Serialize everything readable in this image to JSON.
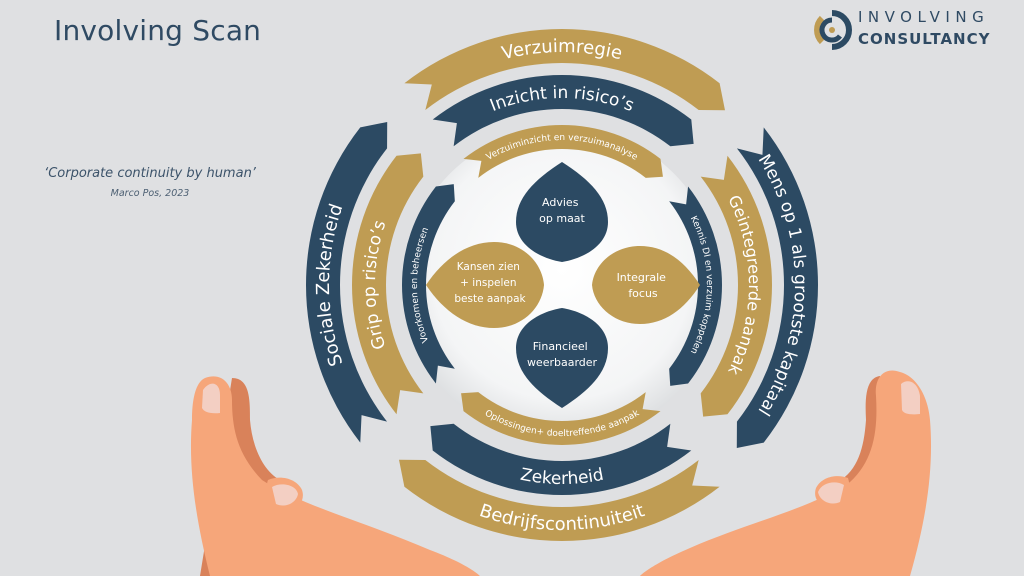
{
  "header": {
    "title": "Involving Scan",
    "quote": "‘Corporate continuity by human’",
    "author": "Marco Pos, 2023"
  },
  "logo": {
    "line1": "INVOLVING",
    "line2": "CONSULTANCY",
    "icon": "involving-consultancy-logo-icon"
  },
  "colors": {
    "navy": "#2c4a63",
    "gold": "#bf9c53",
    "background": "#dfe0e2",
    "skin": "#f6a67a",
    "skin_shadow": "#d9825a"
  },
  "diagram": {
    "outer_ring": {
      "top": "Verzuimregie",
      "right": "Mens op 1 als grootste kapitaal",
      "bottom": "Bedrijfscontinuiteit",
      "left": "Sociale Zekerheid"
    },
    "middle_ring": {
      "top": "Inzicht in risico’s",
      "right": "Geintegreerde aanpak",
      "bottom": "Zekerheid",
      "left": "Grip op risico’s"
    },
    "inner_ring": {
      "top": "Verzuiminzicht en verzuimanalyse",
      "right": "Kennis DI en verzuim koppelen",
      "bottom": "Oplossingen+ doeltreffende aanpak",
      "left": "Voorkomen en beheersen"
    },
    "petals": {
      "top": [
        "Advies",
        "op maat"
      ],
      "right": [
        "Integrale",
        "focus"
      ],
      "bottom": [
        "Financieel",
        "weerbaarder"
      ],
      "left": [
        "Kansen zien",
        "+ inspelen",
        "beste aanpak"
      ]
    }
  }
}
